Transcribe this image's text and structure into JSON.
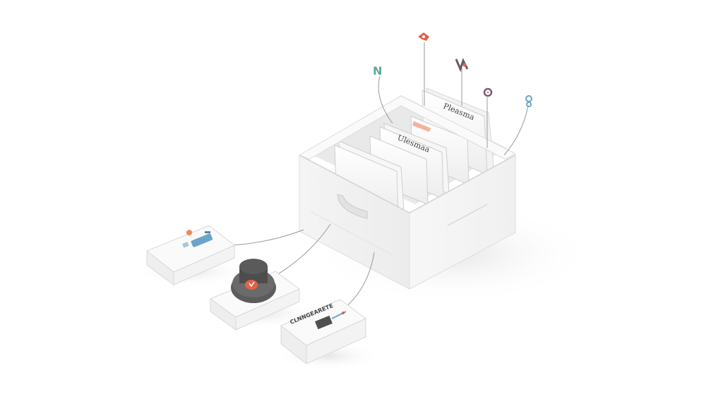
{
  "scene": {
    "background": "#ffffff",
    "accent_colors": {
      "teal": "#5fa99b",
      "coral": "#e0644a",
      "plum": "#7a5a78",
      "blue": "#6aa4c8",
      "dark": "#5b5b5b"
    }
  },
  "file_box": {
    "folder_labels": {
      "front_tall": "Pleasma",
      "middle": "Ulesmaa"
    }
  },
  "side_cards": {
    "lower_card_label": "CLNNGEARETE"
  },
  "icons": [
    {
      "name": "teal-letter-icon",
      "glyph": "N"
    },
    {
      "name": "coral-tag-icon",
      "glyph": "ʞ"
    },
    {
      "name": "dark-letter-icon",
      "glyph": "ℵ"
    },
    {
      "name": "plum-drop-icon",
      "glyph": "♁"
    },
    {
      "name": "blue-circle-icon",
      "glyph": "8"
    }
  ]
}
